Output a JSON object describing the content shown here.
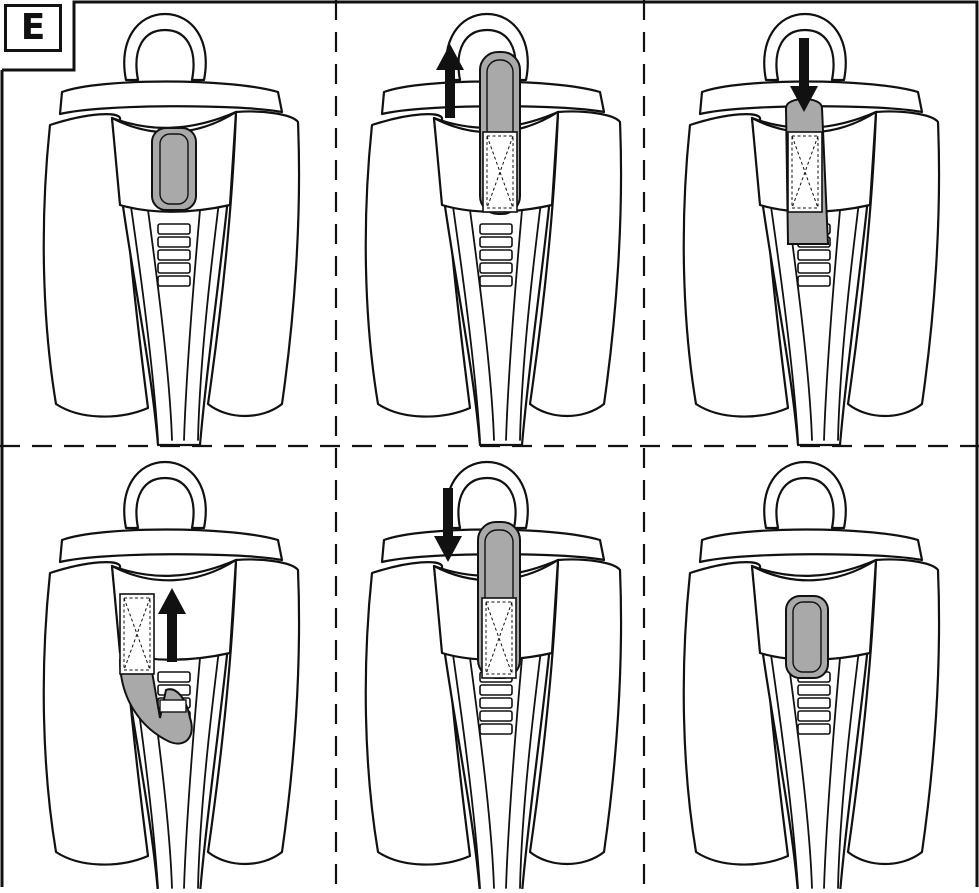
{
  "figure": {
    "label": "E",
    "panels": [
      {
        "id": 1,
        "step_arrow": "none",
        "strap_state": "stowed-inside"
      },
      {
        "id": 2,
        "step_arrow": "up",
        "strap_state": "pulled-up"
      },
      {
        "id": 3,
        "step_arrow": "down",
        "strap_state": "pushed-down"
      },
      {
        "id": 4,
        "step_arrow": "up",
        "strap_state": "looped-underneath"
      },
      {
        "id": 5,
        "step_arrow": "down",
        "strap_state": "pulled-up"
      },
      {
        "id": 6,
        "step_arrow": "none",
        "strap_state": "stowed-inside"
      }
    ],
    "colors": {
      "line": "#111111",
      "strap_fill": "#a9a9a9",
      "background": "#ffffff"
    }
  }
}
